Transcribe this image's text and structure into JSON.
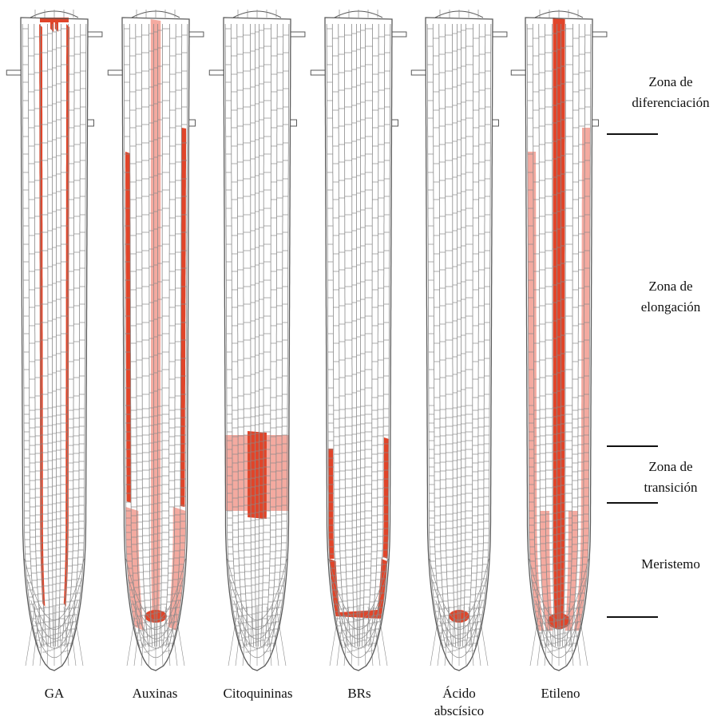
{
  "colors": {
    "strong": "#e0452a",
    "light": "#f4aaa0",
    "outline": "#5a5a5a",
    "grid": "#8a8a8a",
    "background": "#ffffff"
  },
  "roots": [
    {
      "label": "GA",
      "pattern": "endodermis-thin"
    },
    {
      "label": "Auxinas",
      "pattern": "auxin"
    },
    {
      "label": "Citoquininas",
      "pattern": "cytokinin"
    },
    {
      "label": "BRs",
      "pattern": "brassinosteroid"
    },
    {
      "label": "Ácido\nabscísico",
      "pattern": "aba"
    },
    {
      "label": "Etileno",
      "pattern": "ethylene"
    }
  ],
  "zones": [
    {
      "label": "Zona de\ndiferenciación"
    },
    {
      "label": "Zona de\nelongación"
    },
    {
      "label": "Zona de\ntransición"
    },
    {
      "label": "Meristemo"
    }
  ]
}
